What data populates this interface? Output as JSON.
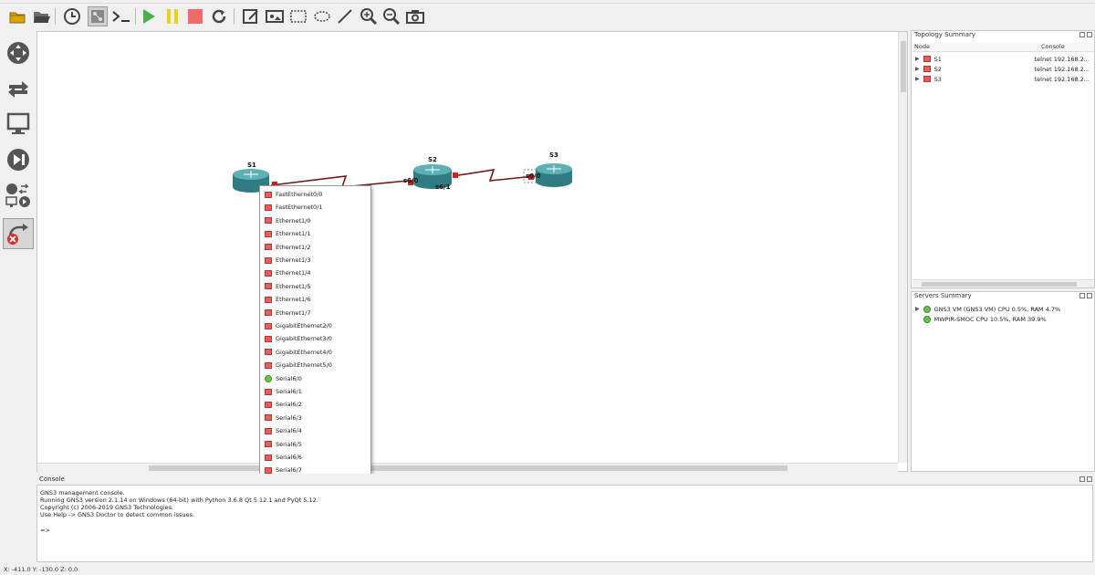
{
  "toolbar": {
    "buttons": [
      {
        "name": "new-project-icon",
        "color": "#d9a400"
      },
      {
        "name": "open-project-icon",
        "color": "#555555"
      },
      {
        "name": "snapshot-clock-icon",
        "color": "#444444"
      },
      {
        "name": "show-interface-labels-icon",
        "color": "#444444"
      },
      {
        "name": "console-connect-icon",
        "color": "#333333"
      },
      {
        "name": "start-all-icon",
        "color": "#49b04a"
      },
      {
        "name": "suspend-all-icon",
        "color": "#e8d317"
      },
      {
        "name": "stop-all-icon",
        "color": "#f06a6a"
      },
      {
        "name": "reload-all-icon",
        "color": "#444444"
      },
      {
        "name": "add-note-icon",
        "color": "#444444"
      },
      {
        "name": "insert-picture-icon",
        "color": "#444444"
      },
      {
        "name": "draw-rectangle-icon",
        "color": "#444444"
      },
      {
        "name": "draw-ellipse-icon",
        "color": "#444444"
      },
      {
        "name": "draw-line-icon",
        "color": "#444444"
      },
      {
        "name": "zoom-in-icon",
        "color": "#444444"
      },
      {
        "name": "zoom-out-icon",
        "color": "#444444"
      },
      {
        "name": "screenshot-icon",
        "color": "#444444"
      }
    ]
  },
  "dock": {
    "items": [
      {
        "name": "routers-icon"
      },
      {
        "name": "switches-icon"
      },
      {
        "name": "end-devices-icon"
      },
      {
        "name": "security-devices-icon"
      },
      {
        "name": "all-devices-icon"
      },
      {
        "name": "add-link-icon"
      }
    ]
  },
  "topology": {
    "nodes": [
      {
        "label": "S1"
      },
      {
        "label": "S2"
      },
      {
        "label": "S3"
      }
    ],
    "port_labels": [
      "s6/0",
      "s6/1",
      "s6/0"
    ],
    "router_color": "#3f8f93",
    "link_color": "#7a1414"
  },
  "context_menu": {
    "items": [
      {
        "label": "FastEthernet0/0",
        "status": "red"
      },
      {
        "label": "FastEthernet0/1",
        "status": "red"
      },
      {
        "label": "Ethernet1/0",
        "status": "red"
      },
      {
        "label": "Ethernet1/1",
        "status": "red"
      },
      {
        "label": "Ethernet1/2",
        "status": "red"
      },
      {
        "label": "Ethernet1/3",
        "status": "red"
      },
      {
        "label": "Ethernet1/4",
        "status": "red"
      },
      {
        "label": "Ethernet1/5",
        "status": "red"
      },
      {
        "label": "Ethernet1/6",
        "status": "red"
      },
      {
        "label": "Ethernet1/7",
        "status": "red"
      },
      {
        "label": "GigabitEthernet2/0",
        "status": "red"
      },
      {
        "label": "GigabitEthernet3/0",
        "status": "red"
      },
      {
        "label": "GigabitEthernet4/0",
        "status": "red"
      },
      {
        "label": "GigabitEthernet5/0",
        "status": "red"
      },
      {
        "label": "Serial6/0",
        "status": "green"
      },
      {
        "label": "Serial6/1",
        "status": "red"
      },
      {
        "label": "Serial6/2",
        "status": "red"
      },
      {
        "label": "Serial6/3",
        "status": "red"
      },
      {
        "label": "Serial6/4",
        "status": "red"
      },
      {
        "label": "Serial6/5",
        "status": "red"
      },
      {
        "label": "Serial6/6",
        "status": "red"
      },
      {
        "label": "Serial6/7",
        "status": "red"
      }
    ]
  },
  "topology_summary": {
    "title": "Topology Summary",
    "col_node": "Node",
    "col_console": "Console",
    "rows": [
      {
        "node": "S1",
        "console": "telnet 192.168.2..."
      },
      {
        "node": "S2",
        "console": "telnet 192.168.2..."
      },
      {
        "node": "S3",
        "console": "telnet 192.168.2..."
      }
    ]
  },
  "servers_summary": {
    "title": "Servers Summary",
    "rows": [
      {
        "label": "GNS3 VM (GNS3 VM) CPU 0.5%, RAM 4.7%"
      },
      {
        "label": "MWPIR-SMOC CPU 10.5%, RAM 39.9%"
      }
    ]
  },
  "console": {
    "title": "Console",
    "lines": [
      "GNS3 management console.",
      "Running GNS3 version 2.1.14 on Windows (64-bit) with Python 3.6.8 Qt 5.12.1 and PyQt 5.12.",
      "Copyright (c) 2006-2019 GNS3 Technologies.",
      "Use Help -> GNS3 Doctor to detect common issues.",
      "",
      "=>"
    ]
  },
  "statusbar": {
    "text": "X: -411.0 Y: -130.0 Z: 0.0"
  }
}
